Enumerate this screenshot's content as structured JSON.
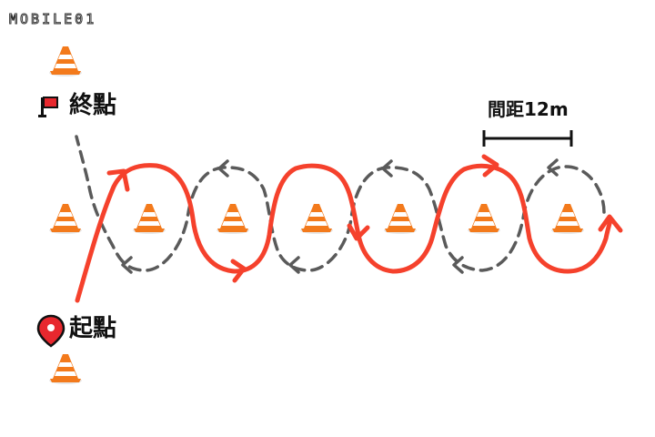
{
  "logo": {
    "text": "MOBILE01"
  },
  "finish": {
    "label": "終點",
    "icon": "flag-icon"
  },
  "start": {
    "label": "起點",
    "icon": "location-pin-icon"
  },
  "spacing": {
    "label": "間距12m"
  },
  "colors": {
    "route_forward": "#f5412c",
    "route_return": "#5a5a5a",
    "cone_orange": "#f37a1c",
    "cone_white": "#ffffff",
    "flag_red": "#e8282e",
    "pin_red": "#e8282e",
    "text": "#111111"
  },
  "cones": {
    "count": 9
  }
}
